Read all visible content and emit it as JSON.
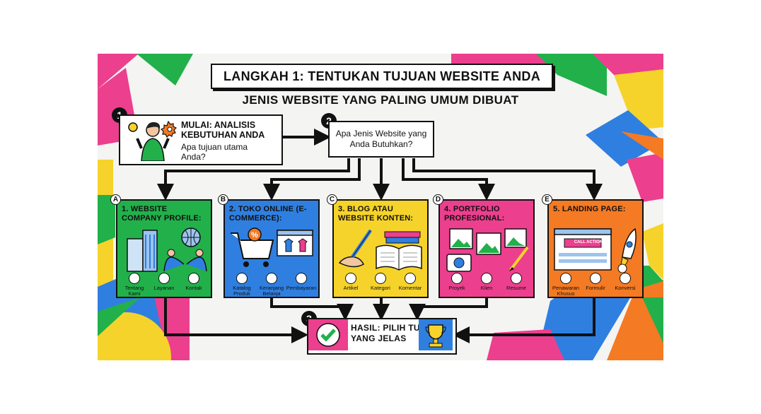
{
  "title": "LANGKAH 1: TENTUKAN TUJUAN WEBSITE ANDA",
  "subtitle": "JENIS WEBSITE YANG PALING UMUM DIBUAT",
  "step1": {
    "number": "1",
    "title": "MULAI: ANALISIS KEBUTUHAN ANDA",
    "text": "Apa tujuan utama Anda?"
  },
  "step2": {
    "number": "2",
    "text": "Apa Jenis Website yang Anda Butuhkan?"
  },
  "panels": [
    {
      "letter": "A",
      "title": "1. WEBSITE COMPANY PROFILE:",
      "color": "#22b04b",
      "items": [
        "Tentang Kami",
        "Layanan",
        "Kontak"
      ]
    },
    {
      "letter": "B",
      "title": "2. TOKO ONLINE (E-COMMERCE):",
      "color": "#2f7fe0",
      "items": [
        "Katalog Produk",
        "Keranjang Belanja",
        "Pembayaran"
      ]
    },
    {
      "letter": "C",
      "title": "3. BLOG ATAU WEBSITE KONTEN:",
      "color": "#f6d32a",
      "items": [
        "Artikel",
        "Kategori",
        "Komentar"
      ]
    },
    {
      "letter": "D",
      "title": "4. PORTFOLIO PROFESIONAL:",
      "color": "#ec3f8e",
      "items": [
        "Proyek",
        "Klien",
        "Resume"
      ]
    },
    {
      "letter": "E",
      "title": "5. LANDING PAGE:",
      "color": "#f47a23",
      "items": [
        "Penawaran Khusus",
        "Formulir",
        "Konversi"
      ],
      "cta": "CALL ACTION"
    }
  ],
  "step3": {
    "number": "3",
    "title": "HASIL: PILIH TUJUAN YANG JELAS"
  },
  "colors": {
    "green": "#22b04b",
    "blue": "#2f7fe0",
    "yellow": "#f6d32a",
    "pink": "#ec3f8e",
    "orange": "#f47a23"
  }
}
